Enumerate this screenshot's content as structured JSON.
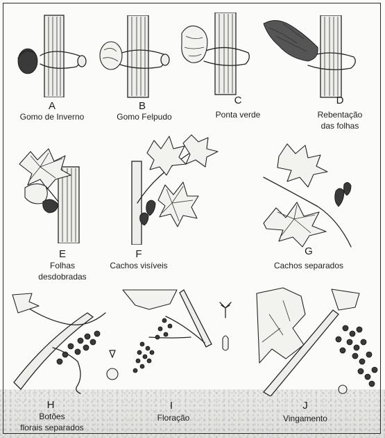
{
  "stages": [
    {
      "letter": "A",
      "caption": [
        "Gomo de Inverno"
      ]
    },
    {
      "letter": "B",
      "caption": [
        "Gomo   Felpudo"
      ]
    },
    {
      "letter": "C",
      "caption": [
        "Ponta verde"
      ]
    },
    {
      "letter": "D",
      "caption": [
        "Rebentação",
        "das folhas"
      ]
    },
    {
      "letter": "E",
      "caption": [
        "Folhas",
        "desdobradas"
      ]
    },
    {
      "letter": "F",
      "caption": [
        "Cachos visíveis"
      ]
    },
    {
      "letter": "G",
      "caption": [
        "Cachos separados"
      ]
    },
    {
      "letter": "H",
      "caption": [
        "Botões",
        "florais separados"
      ]
    },
    {
      "letter": "I",
      "caption": [
        "Floração"
      ]
    },
    {
      "letter": "J",
      "caption": [
        "Vingamento"
      ]
    }
  ]
}
